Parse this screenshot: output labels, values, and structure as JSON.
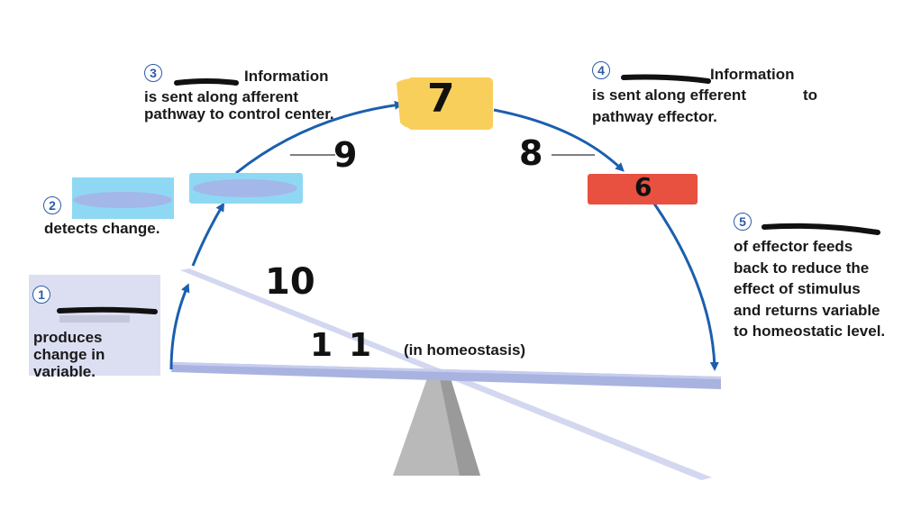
{
  "steps": {
    "s1": {
      "num": "1",
      "text": "produces change in variable."
    },
    "s2": {
      "num": "2",
      "text": "detects change."
    },
    "s3": {
      "num": "3",
      "word": "Information",
      "text": "is sent along afferent pathway to control center."
    },
    "s4": {
      "num": "4",
      "word": "Information",
      "line2": "is sent along efferent",
      "to": "to",
      "line3": "pathway effector."
    },
    "s5": {
      "num": "5",
      "text": "of effector feeds back to reduce the effect of stimulus and returns variable to homeostatic level."
    }
  },
  "handwritten": {
    "n7": "7",
    "n9": "9",
    "n8": "8",
    "n6": "6",
    "n10": "10",
    "n11": "11"
  },
  "balance_label": "(in homeostasis)",
  "colors": {
    "receptor": "#8fd8f4",
    "control": "#f9cf5b",
    "effector": "#e8503f",
    "arrow": "#1b5fae",
    "beam": "#a9b3e0",
    "stimulus_box": "#dcdff2",
    "fulcrum": "#b0b0b0"
  }
}
